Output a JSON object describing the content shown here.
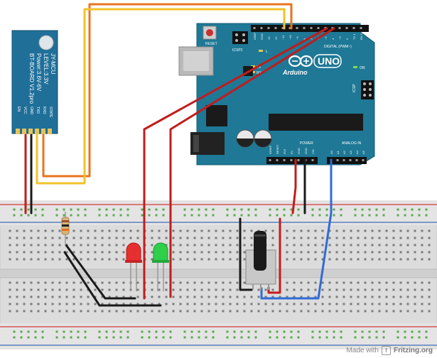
{
  "colors": {
    "arduino_board": "#1e7896",
    "breadboard": "#dddddd",
    "rail_red": "#d33a3a",
    "rail_blue": "#3d6bb5",
    "wire_red": "#c21c1c",
    "wire_black": "#1a1a1a",
    "wire_blue": "#2f6bd8",
    "wire_orange": "#e8741f",
    "wire_yellow": "#f2c22a",
    "bt_module": "#1f6f99"
  },
  "bt_module": {
    "line1": "JY-MCU",
    "line2": "LEVEL:3.3V",
    "line3": "Power:3.6V-6V",
    "line4": "BT-BOARD V1.2pro",
    "pins": [
      "STATE",
      "RXD",
      "TXD",
      "GND",
      "VCC",
      "EN"
    ]
  },
  "arduino": {
    "logo": "UNO",
    "brand": "Arduino",
    "reset_label": "RESET",
    "icsp2_label": "ICSP2",
    "icsp_label": "ICSP",
    "on_label": "ON",
    "tx_label": "TX",
    "rx_label": "RX",
    "l_label": "L",
    "digital_label": "DIGITAL (PWM~)",
    "power_label": "POWER",
    "analog_label": "ANALOG IN",
    "power_pins": [
      "IOREF",
      "RESET",
      "3V3",
      "5V",
      "GND",
      "GND",
      "VIN"
    ],
    "analog_pins": [
      "A0",
      "A1",
      "A2",
      "A3",
      "A4",
      "A5"
    ],
    "digital_pins": [
      "AREF",
      "GND",
      "13",
      "12",
      "~11",
      "~10",
      "~9",
      "8",
      "7",
      "~6",
      "~5",
      "4",
      "~3",
      "2",
      "TX 1",
      "RX 0"
    ]
  },
  "credit": {
    "made_with": "Made with",
    "brand": "Fritzing.org"
  }
}
